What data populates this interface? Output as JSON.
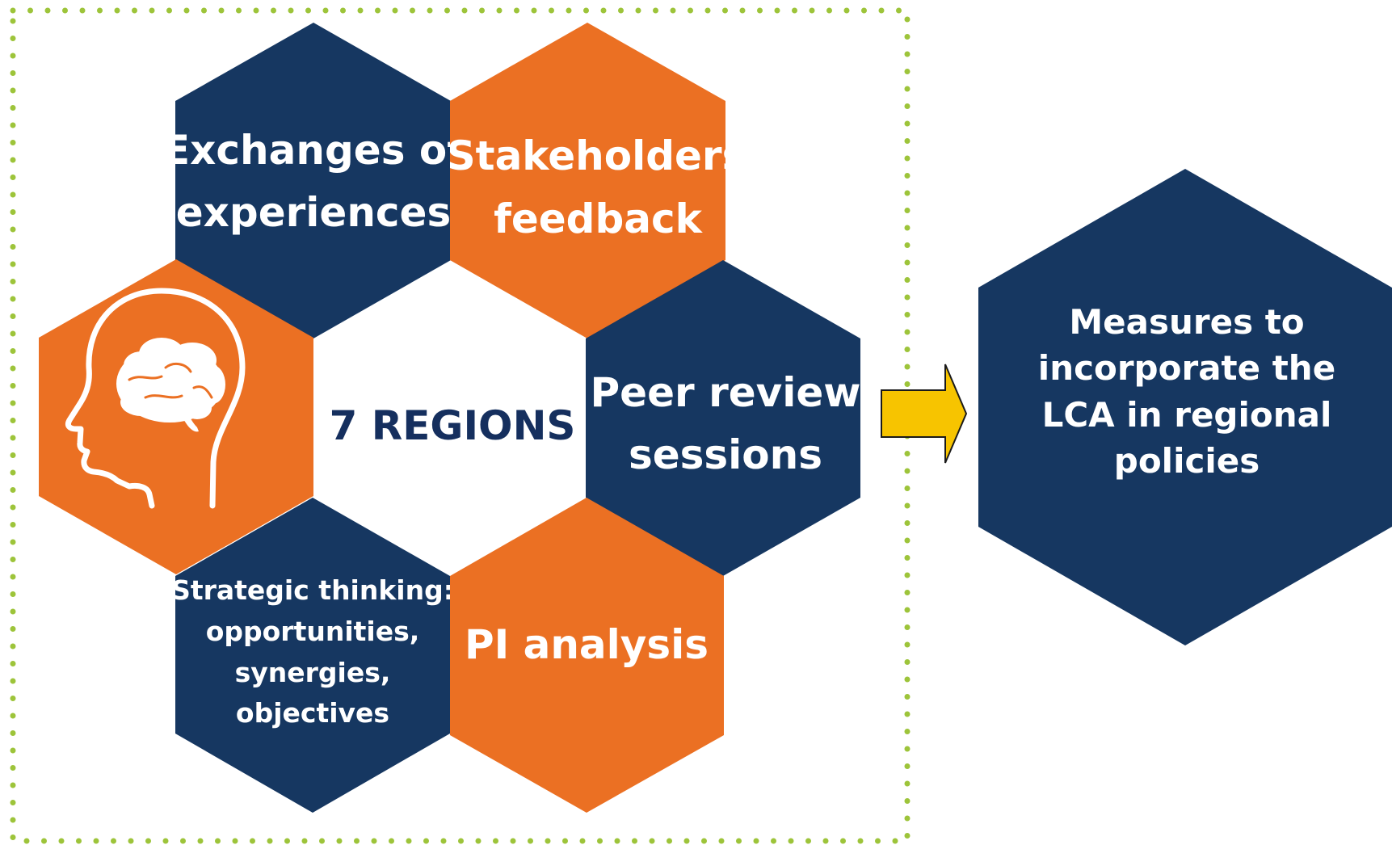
{
  "colors": {
    "navy": "#163761",
    "orange": "#eb7023",
    "border_green": "#9dc43a",
    "arrow_fill": "#f7c400",
    "center_text": "#152f5e",
    "label_text": "#ffffff"
  },
  "center": {
    "label": "7 REGIONS"
  },
  "hexagons": {
    "exchanges": {
      "line1": "Exchanges of",
      "line2": "experiences"
    },
    "stakeholders": {
      "line1": "Stakeholders",
      "line2": "feedback"
    },
    "peer_review": {
      "line1": "Peer review",
      "line2": "sessions"
    },
    "pi_analysis": {
      "line1": "PI analysis"
    },
    "strategic": {
      "line1": "Strategic thinking:",
      "line2": "opportunities,",
      "line3": "synergies,",
      "line4": "objectives"
    },
    "brain": {
      "icon": "head-brain-icon"
    }
  },
  "outcome": {
    "line1": "Measures to",
    "line2": "incorporate the",
    "line3": "LCA in regional",
    "line4": "policies"
  },
  "arrow": {
    "icon": "right-arrow-icon"
  }
}
